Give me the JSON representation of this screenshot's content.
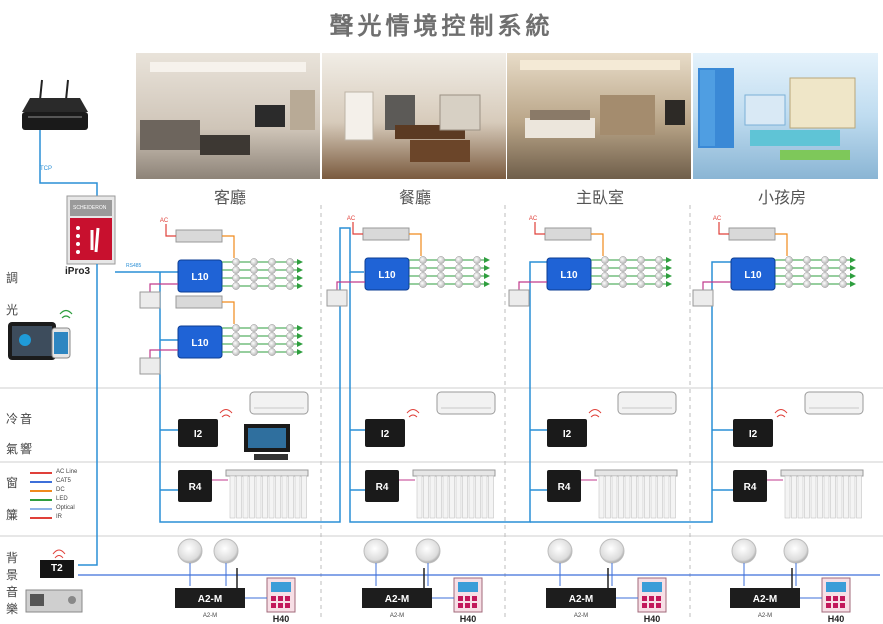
{
  "title": "聲光情境控制系統",
  "rooms": [
    {
      "name": "客廳"
    },
    {
      "name": "餐廳"
    },
    {
      "name": "主臥室"
    },
    {
      "name": "小孩房"
    }
  ],
  "side_labels": {
    "lighting": [
      "調",
      "光"
    ],
    "climate": [
      "冷",
      "音",
      "氣",
      "響"
    ],
    "curtain": [
      "窗",
      "簾"
    ],
    "music": [
      "背",
      "景",
      "音",
      "樂"
    ]
  },
  "devices": {
    "controller": "iPro3",
    "controller_brand": "SCHEIDERON",
    "dimmer": "L10",
    "ir": "I2",
    "relay": "R4",
    "audio_master": "T2",
    "amplifier": "A2-M",
    "amplifier_sub": "A2-M",
    "panel": "H40"
  },
  "link_labels": {
    "tcp": "TCP",
    "rs485": "RS485",
    "ac": "AC"
  },
  "legend": [
    {
      "label": "AC Line",
      "color": "#e0403a"
    },
    {
      "label": "CAT5",
      "color": "#3d6fd9"
    },
    {
      "label": "DC",
      "color": "#f08a1c"
    },
    {
      "label": "LED",
      "color": "#2e9e3e"
    },
    {
      "label": "Optical",
      "color": "#8fb4e8"
    },
    {
      "label": "IR",
      "color": "#e0403a"
    }
  ],
  "colors": {
    "bus": "#2a8fd6",
    "cat5": "#3d6fd9",
    "ac": "#e0403a",
    "dc": "#f08a1c",
    "led": "#2e9e3e",
    "switch": "#c03a8c",
    "module": "#1f63d6"
  }
}
